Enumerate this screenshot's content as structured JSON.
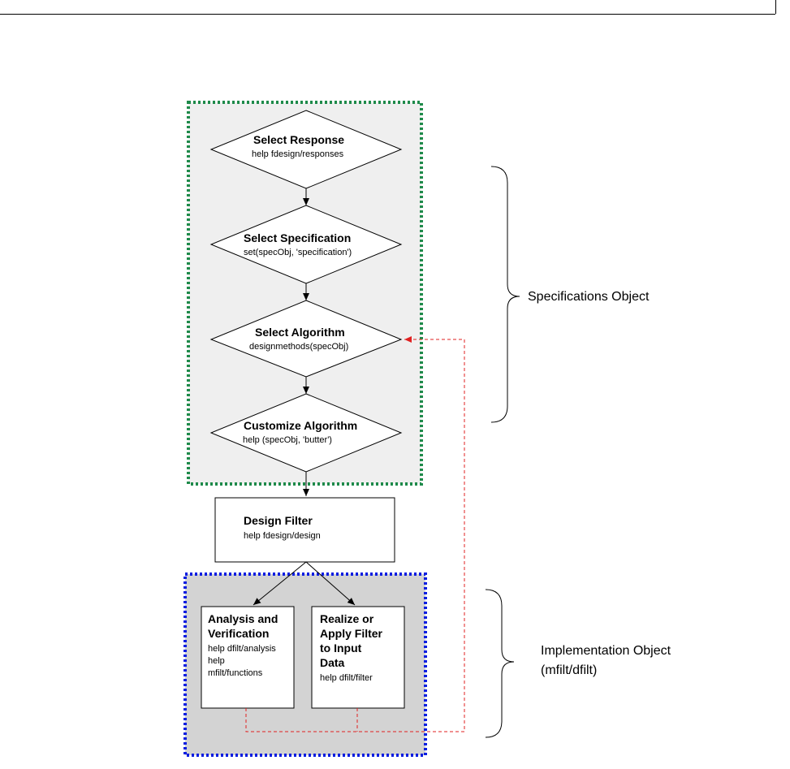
{
  "steps": {
    "select_response": {
      "title": "Select Response",
      "sub": "help fdesign/responses"
    },
    "select_specification": {
      "title": "Select Specification",
      "sub": "set(specObj, 'specification')"
    },
    "select_algorithm": {
      "title": "Select Algorithm",
      "sub": "designmethods(specObj)"
    },
    "customize_algorithm": {
      "title": "Customize Algorithm",
      "sub": "help (specObj, 'butter')"
    },
    "design_filter": {
      "title": "Design Filter",
      "sub": "help fdesign/design"
    },
    "analysis": {
      "title_lines": [
        "Analysis and",
        "Verification"
      ],
      "sub_lines": [
        "help dfilt/analysis",
        "help",
        "mfilt/functions"
      ]
    },
    "realize": {
      "title_lines": [
        "Realize or",
        "Apply Filter",
        "to Input",
        "Data"
      ],
      "sub_lines": [
        "help dfilt/filter"
      ]
    }
  },
  "groups": {
    "specifications": {
      "label": "Specifications Object",
      "border_color": "#1e8a4a"
    },
    "implementation": {
      "label_lines": [
        "Implementation Object",
        "(mfilt/dfilt)"
      ],
      "border_color": "#0a1ee0"
    }
  },
  "colors": {
    "feedback": "#e02020",
    "panel_light": "#efefef",
    "panel_dark": "#d3d3d3"
  }
}
